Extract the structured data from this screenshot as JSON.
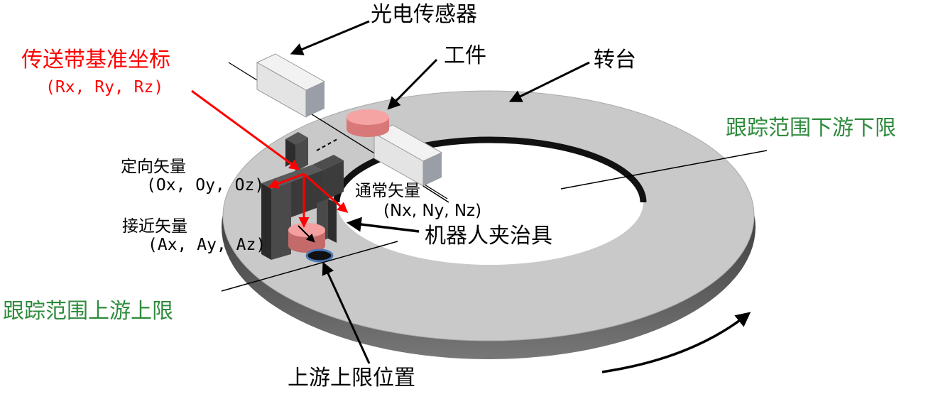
{
  "labels": {
    "photo_sensor": "光电传感器",
    "conveyor_frame_title": "传送带基准坐标",
    "conveyor_frame_coords": "(Rx, Ry, Rz)",
    "workpiece": "工件",
    "turntable": "转台",
    "tracking_downstream_limit": "跟踪范围下游下限",
    "orientation_vector": "定向矢量",
    "orientation_coords": "(Ox, Oy, Oz)",
    "normal_vector": "通常矢量",
    "normal_coords": "(Nx, Ny, Nz)",
    "approach_vector": "接近矢量",
    "approach_coords": "(Ax, Ay, Az)",
    "gripper": "机器人夹治具",
    "tracking_upstream_limit": "跟踪范围上游上限",
    "upstream_limit_position": "上游上限位置"
  },
  "colors": {
    "frame_text": "#ff0000",
    "limit_text": "#2e8b3c",
    "turntable_fill": "#c8c8c8",
    "turntable_edge": "#1a1a1a",
    "workpiece": "#f4a0a0",
    "gripper": "#3c3c3c",
    "sensor": "#e6e6e6",
    "arrow": "#000000",
    "vector_arrow": "#ff0000"
  }
}
